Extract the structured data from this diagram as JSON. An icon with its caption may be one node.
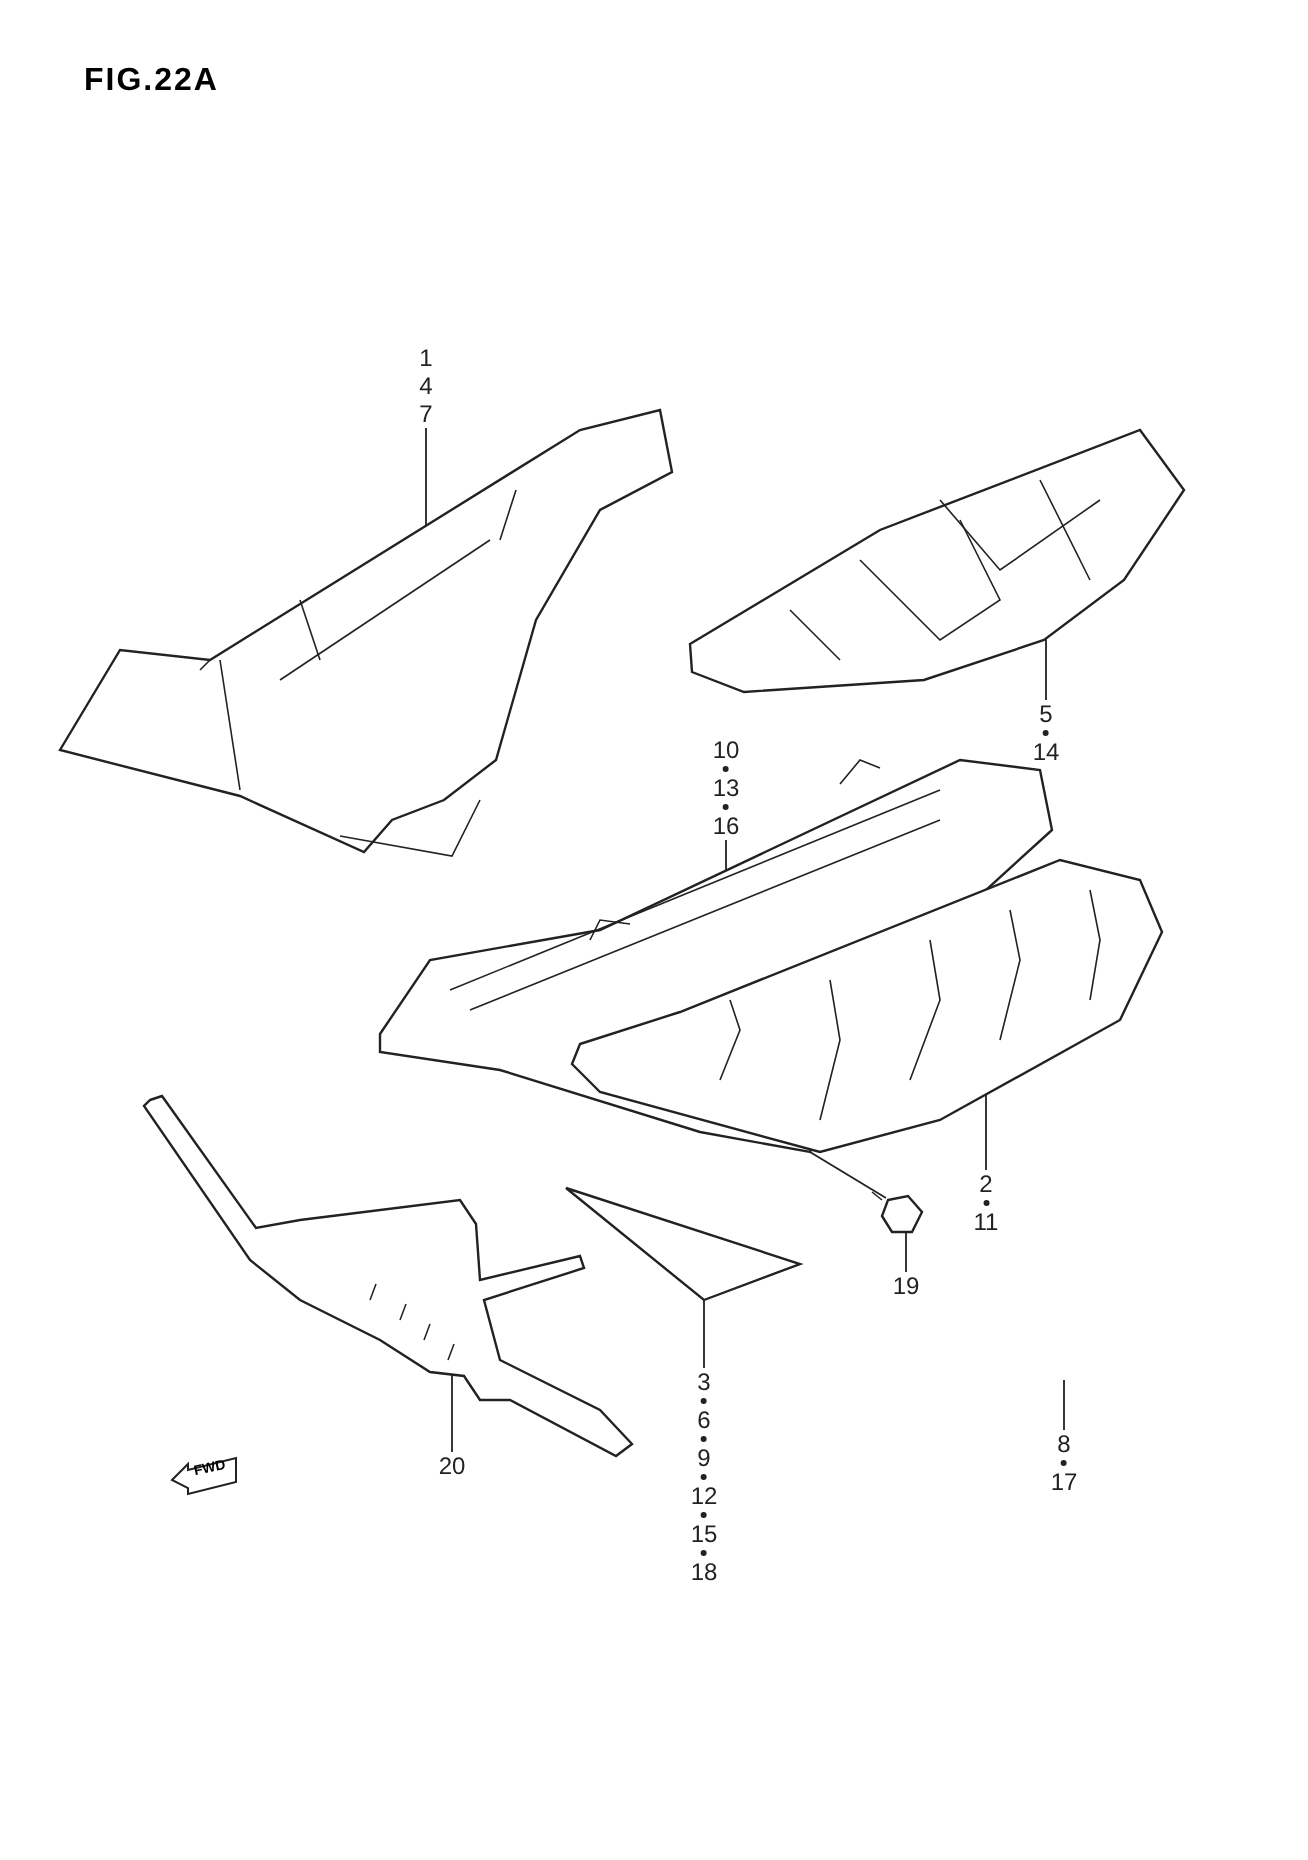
{
  "diagram": {
    "title": "FIG.22A",
    "nodes": [
      {
        "text": [
          "1",
          "4",
          "7"
        ]
      },
      {
        "text": [],
        "shape": "picture"
      },
      {
        "text": [
          "5",
          "14"
        ]
      },
      {
        "text": [],
        "shape": "picture"
      },
      {
        "text": [
          "10",
          "13",
          "16"
        ]
      },
      {
        "text": [],
        "shape": "picture"
      },
      {
        "text": [
          "2",
          "11"
        ]
      },
      {
        "text": [],
        "shape": "picture"
      },
      {
        "text": [
          "19"
        ]
      },
      {
        "text": [],
        "shape": "picture"
      },
      {
        "text": [
          "3",
          "6",
          "9",
          "12",
          "15",
          "18"
        ]
      },
      {
        "text": [],
        "shape": "picture"
      },
      {
        "text": [
          "8",
          "17"
        ]
      },
      {
        "text": [
          "20"
        ]
      },
      {
        "text": [],
        "shape": "picture"
      }
    ],
    "edges": [
      {
        "from": 0,
        "to": 1,
        "arrow": "none"
      },
      {
        "from": 2,
        "to": 3,
        "arrow": "none"
      },
      {
        "from": 4,
        "to": 5,
        "arrow": "none"
      },
      {
        "from": 6,
        "to": 7,
        "arrow": "none"
      },
      {
        "from": 8,
        "to": 9,
        "arrow": "none"
      },
      {
        "from": 10,
        "to": 11,
        "arrow": "none"
      },
      {
        "from": 12,
        "to": null,
        "arrow": "none"
      },
      {
        "from": 13,
        "to": 14,
        "arrow": "none"
      },
      {
        "from": 9,
        "to": 5,
        "arrow": "none"
      }
    ],
    "labels": [
      "FWD"
    ]
  }
}
